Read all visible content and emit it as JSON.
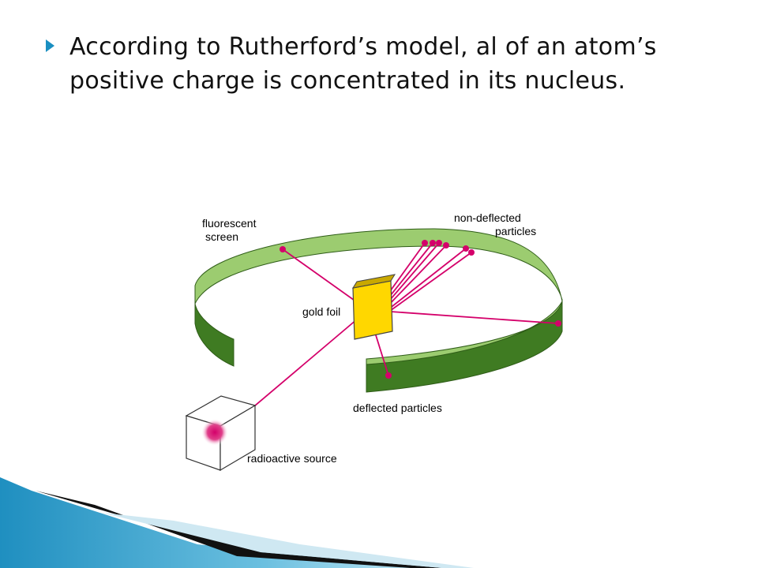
{
  "slide": {
    "bullet_text": "According to Rutherford’s model, al of an atom’s positive charge is concentrated in its nucleus."
  },
  "diagram": {
    "labels": {
      "fluorescent_screen_line1": "fluorescent",
      "fluorescent_screen_line2": "screen",
      "non_deflected_line1": "non-deflected",
      "non_deflected_line2": "particles",
      "gold_foil": "gold foil",
      "deflected_particles": "deflected particles",
      "radioactive_source": "radioactive source"
    },
    "colors": {
      "screen_top": "#9ccc70",
      "screen_side": "#3f7b22",
      "gold_foil": "#ffd700",
      "particle_beam": "#d4006a",
      "bullet": "#1a8fc1"
    }
  }
}
